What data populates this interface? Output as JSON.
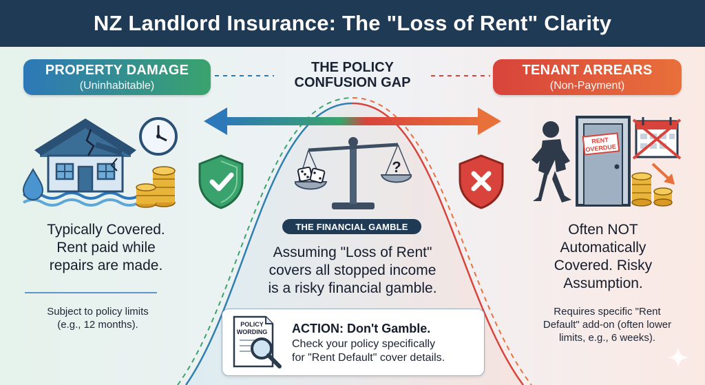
{
  "header": {
    "title": "NZ Landlord Insurance: The \"Loss of Rent\" Clarity"
  },
  "left": {
    "label": "PROPERTY DAMAGE",
    "sub": "(Uninhabitable)",
    "body_line1": "Typically Covered.",
    "body_line2": "Rent paid while",
    "body_line3": "repairs are made.",
    "note_line1": "Subject to policy limits",
    "note_line2": "(e.g., 12 months)."
  },
  "center": {
    "gap_line1": "THE POLICY",
    "gap_line2": "CONFUSION GAP",
    "tag": "THE FINANCIAL GAMBLE",
    "body_line1": "Assuming \"Loss of Rent\"",
    "body_line2": "covers all stopped income",
    "body_line3": "is a risky financial gamble.",
    "scale_symbol": "?"
  },
  "right": {
    "label": "TENANT ARREARS",
    "sub": "(Non-Payment)",
    "body_line1": "Often NOT",
    "body_line2": "Automatically",
    "body_line3": "Covered. Risky",
    "body_line4": "Assumption.",
    "note_line1": "Requires specific \"Rent",
    "note_line2": "Default\" add-on (often lower",
    "note_line3": "limits, e.g., 6 weeks).",
    "sign_line1": "RENT",
    "sign_line2": "OVERDUE"
  },
  "action": {
    "doc_line1": "POLICY",
    "doc_line2": "WORDING",
    "title": "ACTION: Don't Gamble.",
    "body_line1": "Check your policy specifically",
    "body_line2": "for \"Rent Default\" cover details."
  },
  "icons": [
    "house-damage-icon",
    "water-drop-icon",
    "clock-icon",
    "coins-icon",
    "shield-check-icon",
    "scale-icon",
    "dice-icon",
    "shield-x-icon",
    "tenant-walking-icon",
    "door-icon",
    "calendar-cross-icon",
    "trend-down-arrow-icon",
    "document-magnifier-icon",
    "sparkle-icon"
  ],
  "colors": {
    "header": "#1f3a55",
    "covered": "#3aa36d",
    "blue": "#2d78b8",
    "not_covered": "#d8443b",
    "orange": "#e8703b"
  }
}
